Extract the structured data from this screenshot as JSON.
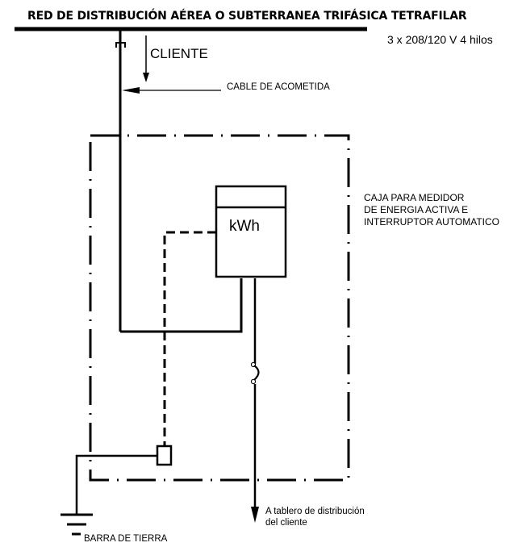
{
  "diagram": {
    "title": "RED DE DISTRIBUCIÓN AÉREA O SUBTERRANEA TRIFÁSICA TETRAFILAR",
    "voltage": "3 x 208/120 V 4 hilos",
    "labels": {
      "client": "CLIENTE",
      "service_cable": "CABLE DE ACOMETIDA",
      "meter_box": [
        "CAJA PARA MEDIDOR",
        "DE ENERGIA ACTIVA E",
        "INTERRUPTOR AUTOMATICO"
      ],
      "meter_unit": "kWh",
      "to_panel": [
        "A tablero de distribución",
        "del cliente"
      ],
      "ground_bar": "BARRA DE TIERRA"
    },
    "components": [
      {
        "id": "distribution-line",
        "label": "RED DE DISTRIBUCIÓN"
      },
      {
        "id": "service-cable",
        "label": "CABLE DE ACOMETIDA"
      },
      {
        "id": "meter-box",
        "label": "CAJA PARA MEDIDOR"
      },
      {
        "id": "energy-meter",
        "label": "kWh"
      },
      {
        "id": "breaker",
        "label": "INTERRUPTOR AUTOMATICO"
      },
      {
        "id": "ground-bar",
        "label": "BARRA DE TIERRA"
      }
    ]
  }
}
